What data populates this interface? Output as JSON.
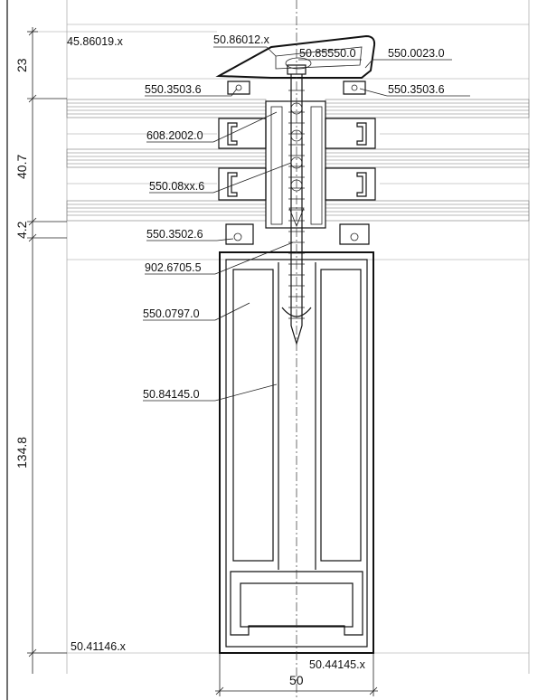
{
  "drawing": {
    "labels": {
      "top_left": "45.86019.x",
      "cover_cap": "50.86012.x",
      "cover_inner": "50.85550.0",
      "gasket_top_right": "550.0023.0",
      "outer_gasket_left": "550.3503.6",
      "outer_gasket_right": "550.3503.6",
      "insulator": "608.2002.0",
      "screw_seal": "550.08xx.6",
      "inner_gasket_left": "550.3502.6",
      "screw": "902.6705.5",
      "insulation_fill": "550.0797.0",
      "mullion": "50.84145.0",
      "bottom_left": "50.41146.x",
      "bottom_right": "50.44145.x"
    },
    "dimensions": {
      "vertical": [
        "23",
        "40.7",
        "4.2",
        "134.8"
      ],
      "horizontal": "50"
    }
  }
}
